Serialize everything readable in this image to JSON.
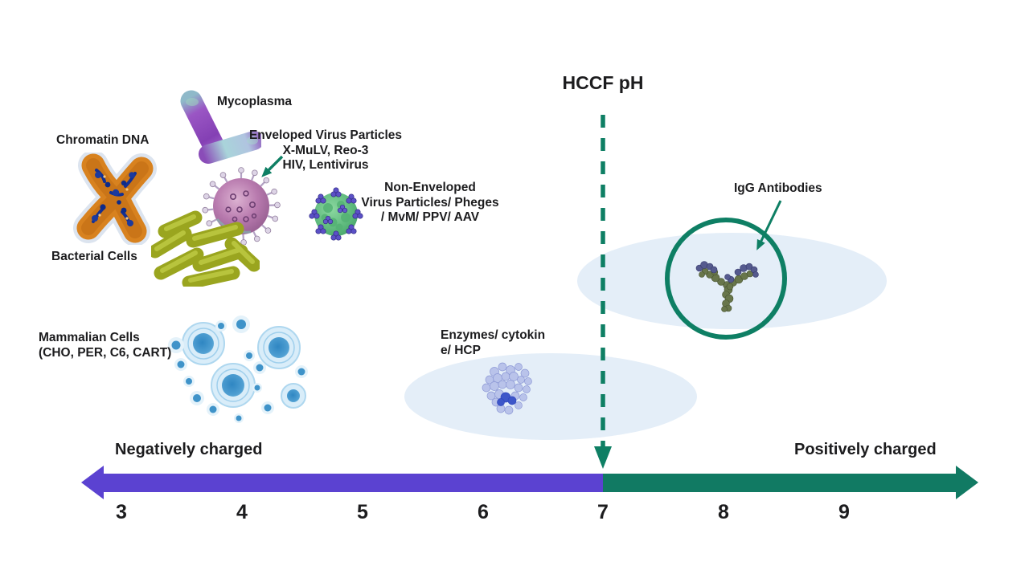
{
  "diagram": {
    "title": "HCCF pH",
    "entities": {
      "chromatin": {
        "label": "Chromatin DNA"
      },
      "mycoplasma": {
        "label": "Mycoplasma"
      },
      "enveloped": {
        "lines": [
          "Enveloped Virus Particles",
          "X-MuLV, Reo-3",
          "HIV, Lentivirus"
        ]
      },
      "non_enveloped": {
        "lines": [
          "Non-Enveloped",
          "Virus Particles/ Pheges",
          "/ MvM/ PPV/ AAV"
        ]
      },
      "bacterial": {
        "label": "Bacterial Cells"
      },
      "mammalian": {
        "lines": [
          "Mammalian Cells",
          "(CHO, PER, C6, CART)"
        ]
      },
      "enzymes": {
        "lines": [
          "Enzymes/ cytokin",
          "e/ HCP"
        ]
      },
      "igg": {
        "label": "IgG Antibodies"
      }
    },
    "axis": {
      "negative_label": "Negatively charged",
      "positive_label": "Positively charged",
      "ticks": [
        "3",
        "4",
        "5",
        "6",
        "7",
        "8",
        "9"
      ],
      "range": [
        3,
        9
      ],
      "hccf_marker_ph": 7
    },
    "colors": {
      "negative_purple": "#5b42d1",
      "positive_teal": "#117a63",
      "accent_teal": "#0e7f64",
      "ellipse_blue": "#e4eef8",
      "text": "#1c1c1e"
    }
  }
}
